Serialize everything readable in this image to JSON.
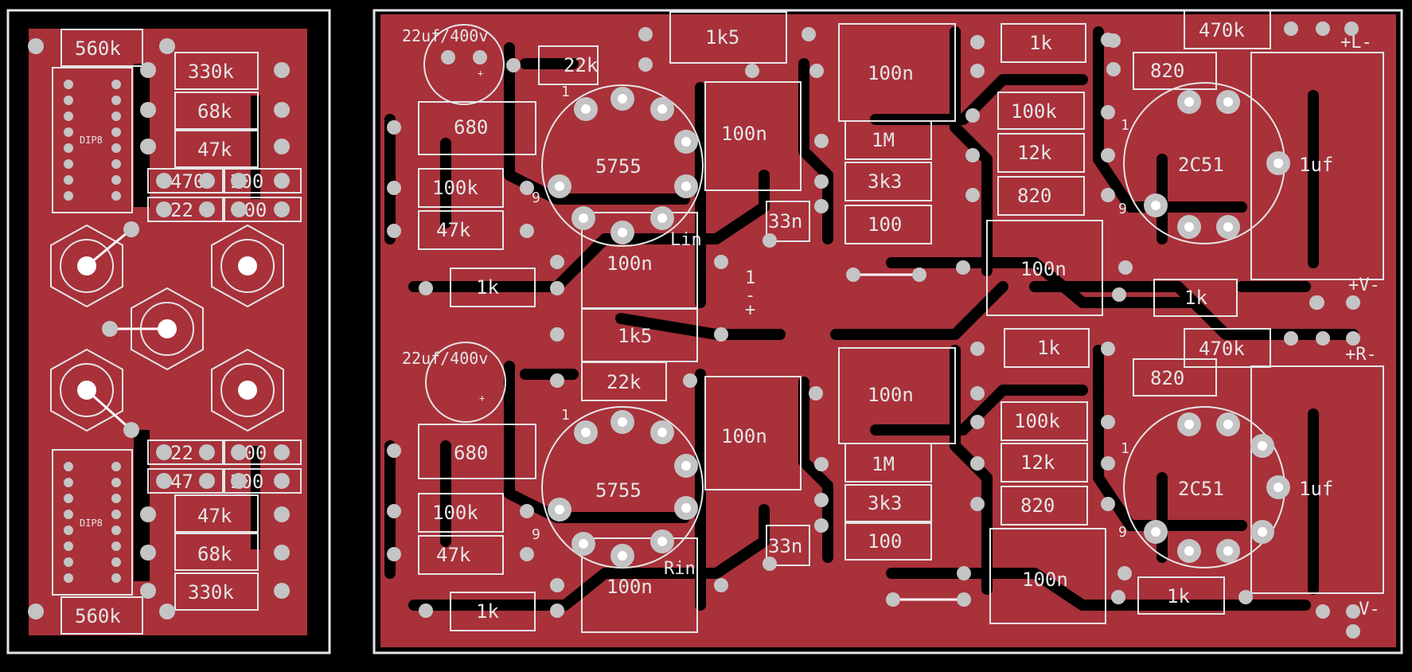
{
  "colors": {
    "background": "#000000",
    "copper": "#a8313a",
    "silkscreen": "#e6e6e6",
    "pad": "#c4c4c4",
    "trace": "#a8313a"
  },
  "left_board": {
    "upper_ic_label": "DIP8",
    "lower_ic_label": "DIP8",
    "resistors": [
      "560k",
      "330k",
      "68k",
      "47k",
      "470",
      "100",
      "22",
      "100",
      "22",
      "100",
      "47",
      "100",
      "47k",
      "68k",
      "330k",
      "560k"
    ]
  },
  "right_board": {
    "left_channel_label": "Lin",
    "right_channel_label": "Rin",
    "supply_labels": [
      "+L-",
      "+V-",
      "+R-",
      "+V-"
    ],
    "tube_labels": [
      "5755",
      "5755",
      "2C51",
      "2C51"
    ],
    "cap_labels": [
      "22uf/400v",
      "22uf/400v",
      "100n",
      "100n",
      "100n",
      "100n",
      "100n",
      "100n",
      "100n",
      "100n",
      "33n",
      "33n",
      "1uf",
      "1uf"
    ],
    "resistor_labels": [
      "1k5",
      "22k",
      "680",
      "100k",
      "47k",
      "1k",
      "1M",
      "3k3",
      "100",
      "1k",
      "100k",
      "12k",
      "820",
      "470k",
      "820",
      "1k",
      "1k5",
      "22k",
      "680",
      "100k",
      "47k",
      "1k",
      "1M",
      "3k3",
      "100",
      "1k",
      "100k",
      "12k",
      "820",
      "470k",
      "820",
      "1k"
    ],
    "pin_markers": [
      "1",
      "9",
      "1",
      "9",
      "1",
      "9",
      "1",
      "9"
    ],
    "polarity_marks": [
      "+",
      "+",
      "1",
      "-",
      "+"
    ]
  }
}
